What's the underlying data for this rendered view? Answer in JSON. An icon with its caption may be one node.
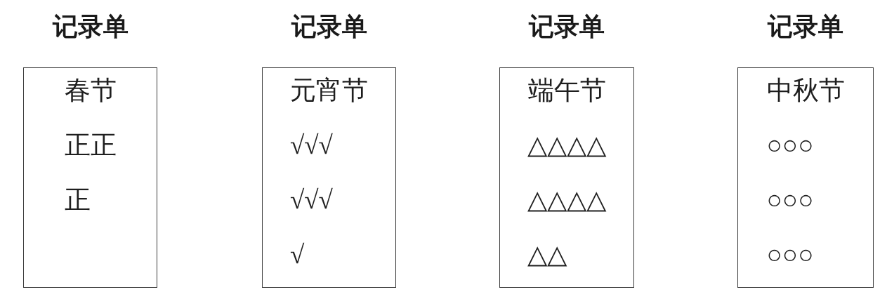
{
  "diagram": {
    "nodes": [
      {
        "text": [
          "记录单",
          "春节",
          "正正",
          "正"
        ]
      },
      {
        "text": [
          "记录单",
          "元宵节",
          "√√√",
          "√√√",
          "√"
        ]
      },
      {
        "text": [
          "记录单",
          "端午节",
          "△△△△",
          "△△△△",
          "△△"
        ]
      },
      {
        "text": [
          "记录单",
          "中秋节",
          "○○○",
          "○○○",
          "○○○"
        ]
      }
    ]
  }
}
